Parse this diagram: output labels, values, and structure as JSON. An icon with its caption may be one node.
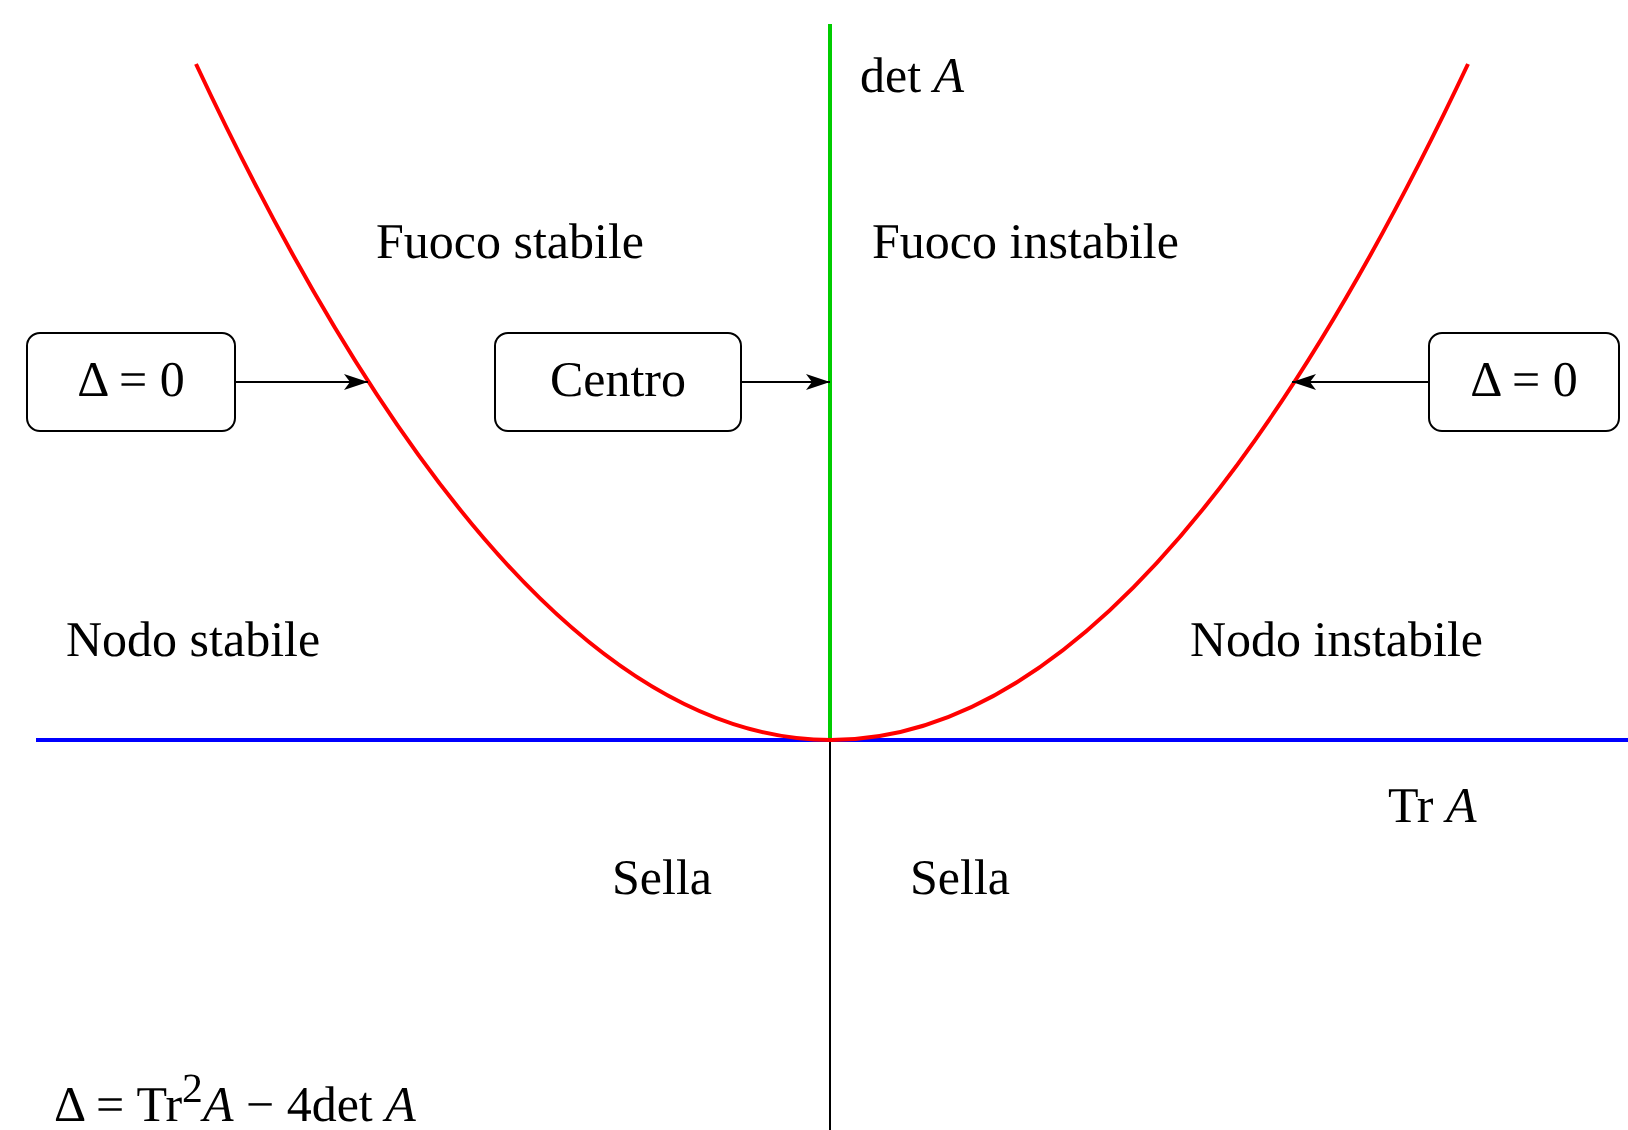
{
  "diagram": {
    "nodes": [
      {
        "text": [
          "Δ = 0"
        ]
      },
      {
        "text": [
          "Centro"
        ]
      },
      {
        "text": [
          "Δ = 0"
        ]
      }
    ],
    "edges": [
      {
        "from": 0,
        "to": null,
        "arrow": "to"
      },
      {
        "from": 1,
        "to": null,
        "arrow": "to"
      },
      {
        "from": 2,
        "to": null,
        "arrow": "to"
      }
    ],
    "labels": [
      "det *A*",
      "Fuoco stabile",
      "Fuoco instabile",
      "Nodo stabile",
      "Nodo instabile",
      "Tr *A*",
      "Sella",
      "Sella",
      "Δ = Tr$^{2}$*A* − 4det *A*"
    ]
  }
}
